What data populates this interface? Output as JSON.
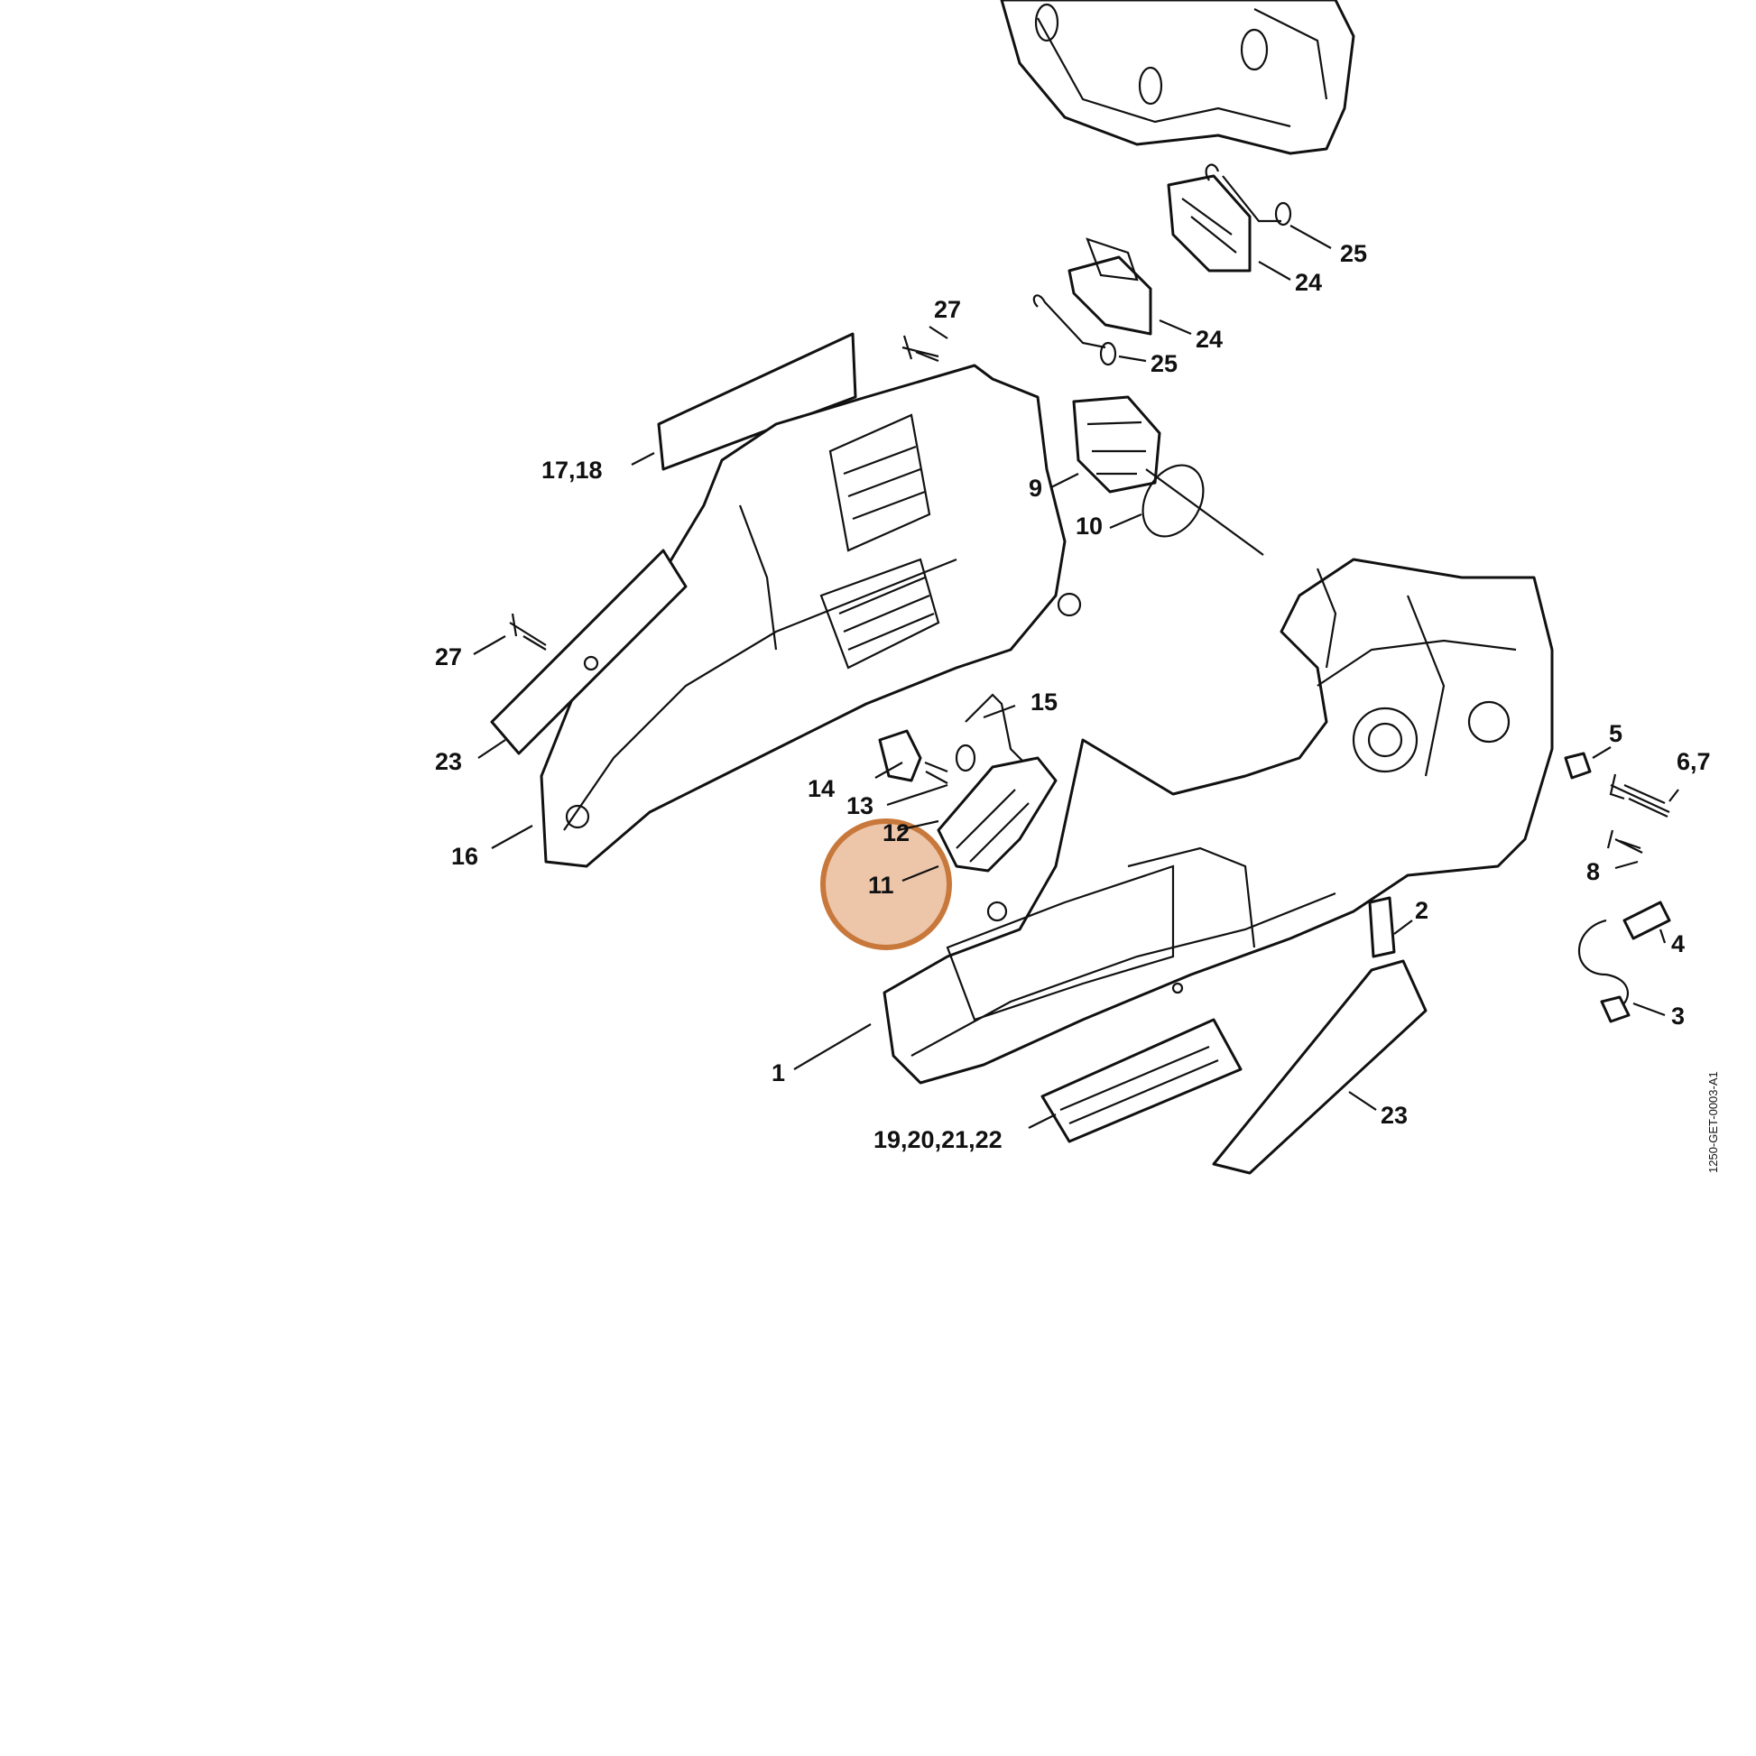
{
  "diagram": {
    "highlight_color": "#e5ad84",
    "highlight_border": "#c8783a",
    "highlighted_callout": "11",
    "drawing_code": "1250-GET-0003-A1",
    "callouts": [
      {
        "id": "c1",
        "label": "1"
      },
      {
        "id": "c2",
        "label": "2"
      },
      {
        "id": "c3",
        "label": "3"
      },
      {
        "id": "c4",
        "label": "4"
      },
      {
        "id": "c5",
        "label": "5"
      },
      {
        "id": "c67",
        "label": "6,7"
      },
      {
        "id": "c8",
        "label": "8"
      },
      {
        "id": "c9",
        "label": "9"
      },
      {
        "id": "c10",
        "label": "10"
      },
      {
        "id": "c11",
        "label": "11"
      },
      {
        "id": "c12",
        "label": "12"
      },
      {
        "id": "c13",
        "label": "13"
      },
      {
        "id": "c14",
        "label": "14"
      },
      {
        "id": "c15",
        "label": "15"
      },
      {
        "id": "c16",
        "label": "16"
      },
      {
        "id": "c1718",
        "label": "17,18"
      },
      {
        "id": "c19",
        "label": "19,20,21,22"
      },
      {
        "id": "c23a",
        "label": "23"
      },
      {
        "id": "c23b",
        "label": "23"
      },
      {
        "id": "c24a",
        "label": "24"
      },
      {
        "id": "c24b",
        "label": "24"
      },
      {
        "id": "c25a",
        "label": "25"
      },
      {
        "id": "c25b",
        "label": "25"
      },
      {
        "id": "c27a",
        "label": "27"
      },
      {
        "id": "c27b",
        "label": "27"
      }
    ]
  }
}
